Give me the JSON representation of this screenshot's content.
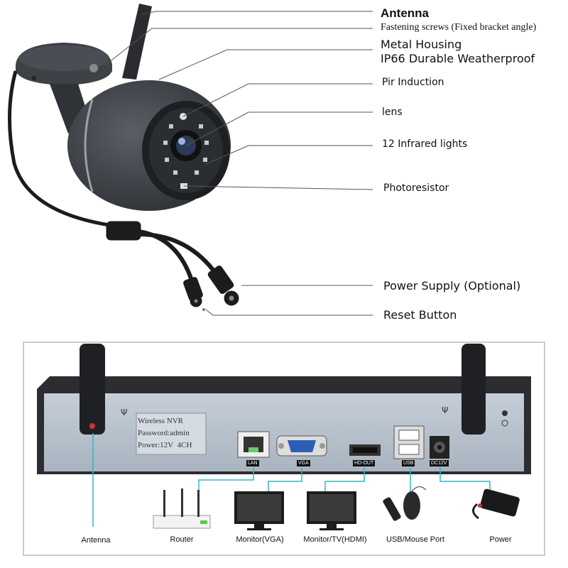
{
  "camera_labels": {
    "antenna": "Antenna",
    "screws": "Fastening screws (Fixed bracket angle)",
    "metal_housing": "Metal Housing",
    "ip66": "IP66 Durable Weatherproof",
    "pir": "Pir Induction",
    "lens": "lens",
    "infrared": "12 Infrared lights",
    "photoresistor": "Photoresistor",
    "power_supply": "Power Supply (Optional)",
    "reset": "Reset Button"
  },
  "nvr": {
    "sticker_line1": "Wireless NVR",
    "sticker_line2": "Password:admin",
    "sticker_line3": "Power:12V",
    "sticker_ch": "4CH",
    "ports": {
      "lan": "LAN",
      "vga": "VGA",
      "hdout": "HD-OUT",
      "usb": "USB",
      "dc": "DC12V"
    }
  },
  "devices": {
    "antenna": "Antenna",
    "router": "Router",
    "monitor_vga": "Monitor(VGA)",
    "monitor_hdmi": "Monitor/TV(HDMI)",
    "usb_mouse": "USB/Mouse Port",
    "power": "Power"
  },
  "colors": {
    "camera_body": "#3a3e44",
    "nvr_panel": "#b8c3cf",
    "nvr_top": "#2b2d30",
    "callout_line": "#555555",
    "connector_line": "#2fb7c9"
  }
}
